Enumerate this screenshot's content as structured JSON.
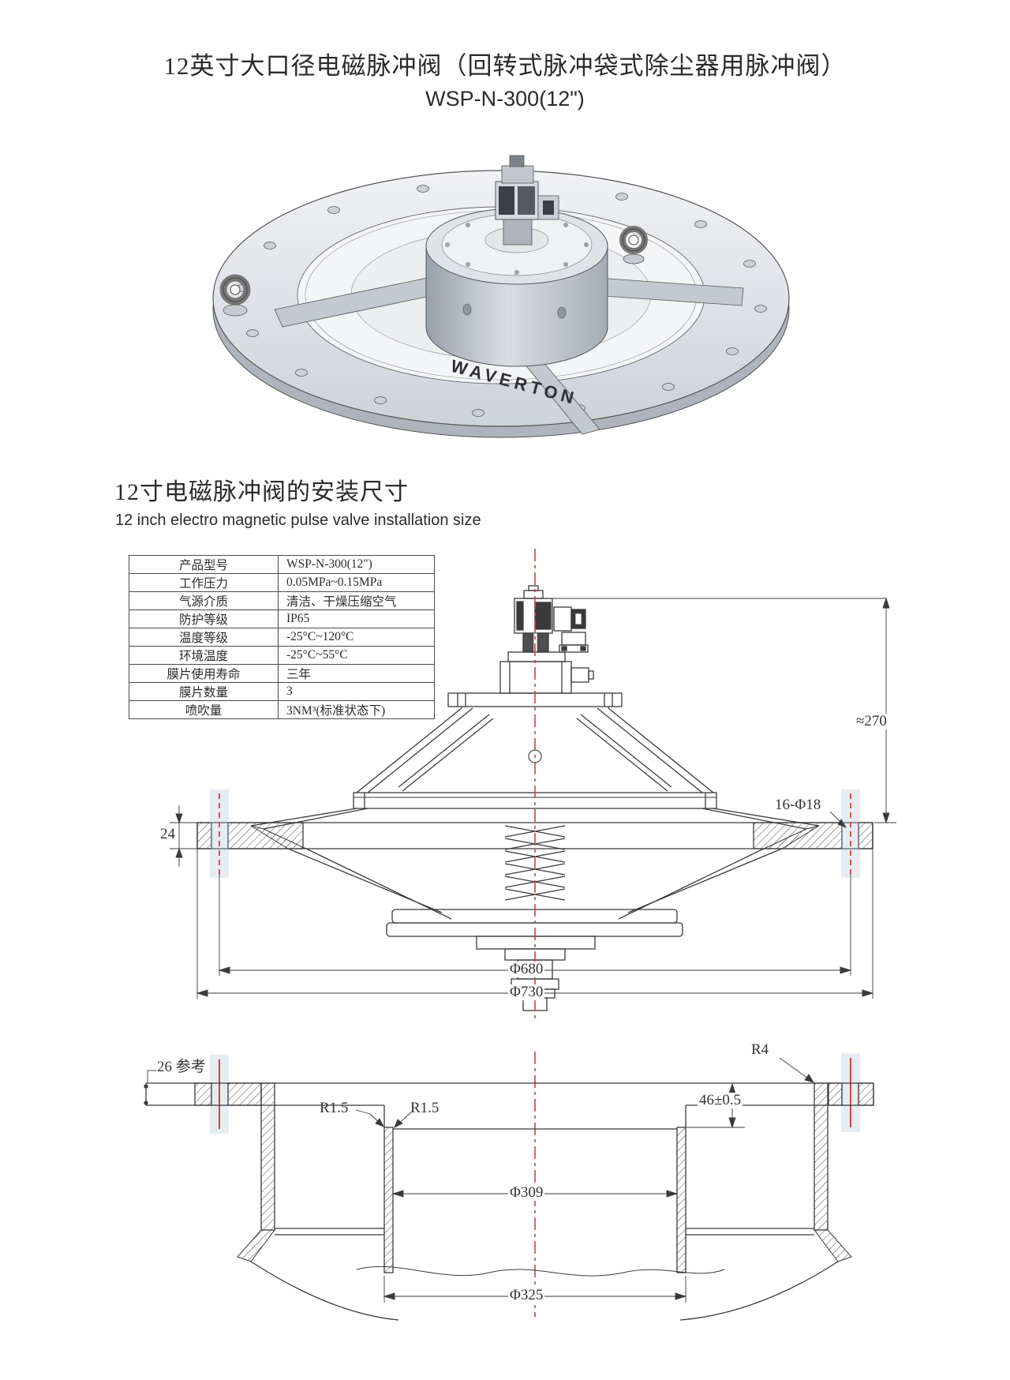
{
  "page": {
    "title": "12英寸大口径电磁脉冲阀（回转式脉冲袋式除尘器用脉冲阀）",
    "model": "WSP-N-300(12\")"
  },
  "product_image": {
    "brand": "WAVERTON"
  },
  "section": {
    "heading_zh": "12寸电磁脉冲阀的安装尺寸",
    "heading_en": "12 inch electro magnetic pulse valve installation size"
  },
  "spec_table": {
    "rows": [
      {
        "label": "产品型号",
        "value": "WSP-N-300(12\")"
      },
      {
        "label": "工作压力",
        "value": "0.05MPa~0.15MPa"
      },
      {
        "label": "气源介质",
        "value": "清洁、干燥压缩空气"
      },
      {
        "label": "防护等级",
        "value": "IP65"
      },
      {
        "label": "温度等级",
        "value": "-25°C~120°C"
      },
      {
        "label": "环境温度",
        "value": "-25°C~55°C"
      },
      {
        "label": "膜片使用寿命",
        "value": "三年"
      },
      {
        "label": "膜片数量",
        "value": "3"
      },
      {
        "label": "喷吹量",
        "value": "3NM³(标准状态下)"
      }
    ]
  },
  "drawing_main": {
    "dim_height": "≈270",
    "dim_bolt_holes": "16-Φ18",
    "dim_flange_thickness": "24",
    "dim_bolt_circle": "Φ680",
    "dim_outer_diameter": "Φ730"
  },
  "drawing_port": {
    "dim_corner_radius": "R4",
    "dim_ref_thickness": "26 参考",
    "dim_depth": "46±0.5",
    "dim_inner_radius_1": "R1.5",
    "dim_inner_radius_2": "R1.5",
    "dim_inner_diameter": "Φ309",
    "dim_tube_outer_diameter": "Φ325"
  },
  "colors": {
    "accent_red": "#c64545",
    "line": "#3a3a3a"
  }
}
